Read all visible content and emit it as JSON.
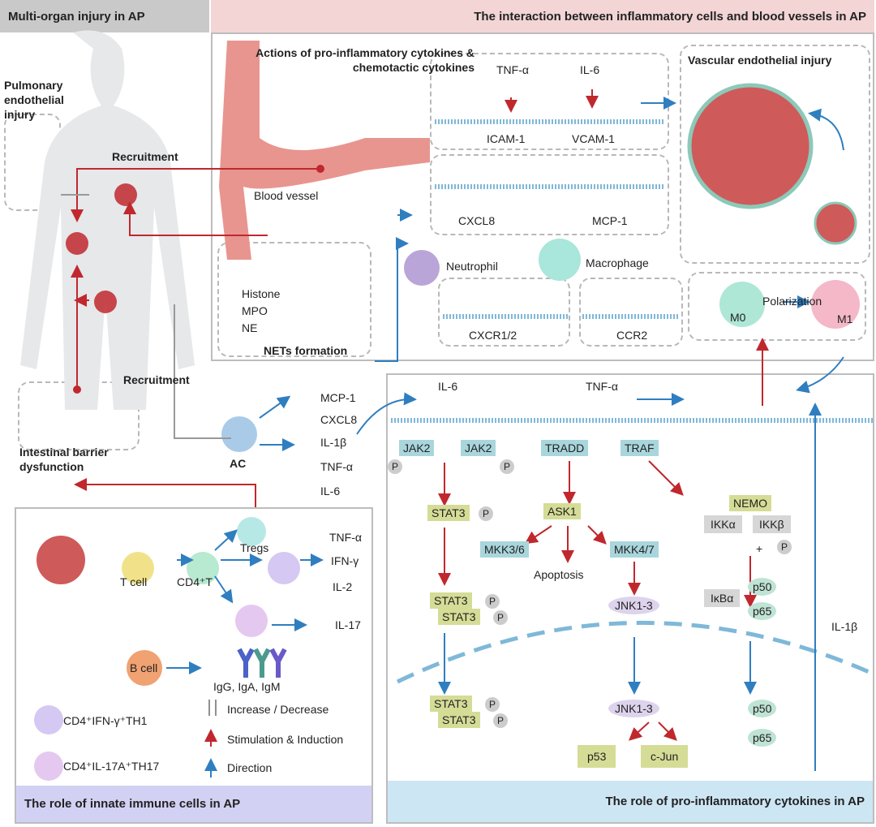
{
  "headers": {
    "left": "Multi-organ injury in AP",
    "right": "The interaction between inflammatory cells and blood vessels in AP",
    "bottom_left": "The role of innate immune cells in AP",
    "bottom_right": "The role of pro-inflammatory cytokines in AP"
  },
  "body_panel": {
    "pulmonary": "Pulmonary endothelial injury",
    "recruitment_top": "Recruitment",
    "recruitment_mid": "Recruitment",
    "intestinal": "Intestinal barrier dysfunction",
    "ac": "AC"
  },
  "ac_outputs": [
    "MCP-1",
    "CXCL8",
    "IL-1β",
    "TNF-α",
    "IL-6"
  ],
  "top_panel": {
    "actions_title": "Actions of pro-inflammatory cytokines & chemotactic cytokines",
    "blood_vessel": "Blood vessel",
    "tnf": "TNF-α",
    "il6": "IL-6",
    "icam": "ICAM-1",
    "vcam": "VCAM-1",
    "cxcl8": "CXCL8",
    "mcp1": "MCP-1",
    "neutrophil": "Neutrophil",
    "macrophage": "Macrophage",
    "cxcr": "CXCR1/2",
    "ccr2": "CCR2",
    "histone": "Histone",
    "mpo": "MPO",
    "ne": "NE",
    "nets": "NETs formation",
    "vascular": "Vascular endothelial injury",
    "polarization": "Polarization",
    "m0": "M0",
    "m1": "M1"
  },
  "pathway": {
    "il6": "IL-6",
    "tnf": "TNF-α",
    "jak2": "JAK2",
    "p": "P",
    "tradd": "TRADD",
    "traf": "TRAF",
    "stat3": "STAT3",
    "ask1": "ASK1",
    "mkk36": "MKK3/6",
    "mkk47": "MKK4/7",
    "apoptosis": "Apoptosis",
    "jnk": "JNK1-3",
    "nemo": "NEMO",
    "ikka": "IKKα",
    "ikkb": "IKKβ",
    "plus": "+",
    "ikba": "IκBα",
    "p50": "p50",
    "p65": "p65",
    "il1b": "IL-1β",
    "p53": "p53",
    "cjun": "c-Jun"
  },
  "immune": {
    "tcell": "T cell",
    "cd4t": "CD4⁺T",
    "tregs": "Tregs",
    "tnf": "TNF-α",
    "ifn": "IFN-γ",
    "il2": "IL-2",
    "il17": "IL-17",
    "bcell": "B cell",
    "ig": "IgG, IgA, IgM"
  },
  "legend": {
    "th1": "CD4⁺IFN-γ⁺TH1",
    "th17": "CD4⁺IL-17A⁺TH17",
    "incdec": "Increase / Decrease",
    "stim": "Stimulation & Induction",
    "direction": "Direction"
  },
  "colors": {
    "left_header": "#c9c9c9",
    "right_header": "#f3d5d5",
    "bottom_left_bar": "#d3d1f3",
    "bottom_right_bar": "#cde6f4",
    "red_arrow": "#c0282e",
    "blue_arrow": "#2f7ec0"
  }
}
